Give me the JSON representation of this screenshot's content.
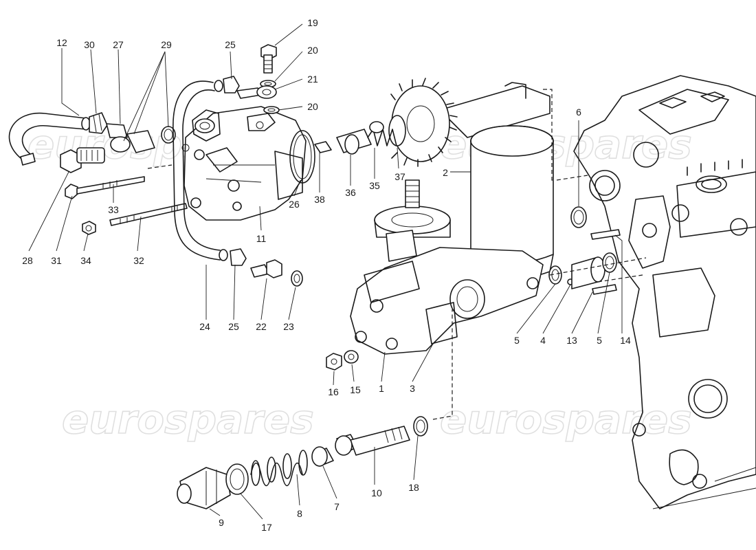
{
  "watermark": "eurospares",
  "labels": [
    "1",
    "2",
    "3",
    "4",
    "5",
    "5",
    "6",
    "7",
    "8",
    "9",
    "10",
    "11",
    "12",
    "13",
    "14",
    "15",
    "16",
    "17",
    "18",
    "19",
    "20",
    "20",
    "21",
    "22",
    "23",
    "24",
    "25",
    "25",
    "26",
    "27",
    "28",
    "29",
    "30",
    "31",
    "32",
    "33",
    "34",
    "35",
    "36",
    "37",
    "38"
  ]
}
